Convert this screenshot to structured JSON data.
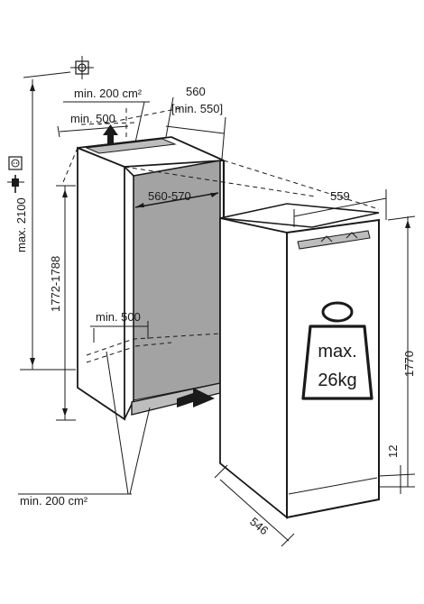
{
  "dimensions": {
    "max_height": "max. 2100",
    "niche_width_top": "560",
    "niche_width_min": "[min. 550]",
    "niche_inner_width": "560-570",
    "niche_height": "1772-1788",
    "appliance_width": "559",
    "appliance_height": "1770",
    "appliance_depth": "546",
    "gap_bottom": "12"
  },
  "ventilation": {
    "top_area": "min. 200 cm²",
    "top_depth": "min. 500",
    "bottom_depth": "min. 500",
    "bottom_area": "min. 200 cm²"
  },
  "weight_label": {
    "line1": "max.",
    "line2": "26kg"
  },
  "icons": [
    "power-socket-icon",
    "plug-icon",
    "water-connection-icon",
    "weight-icon"
  ],
  "colors": {
    "line": "#1a1a1a",
    "niche_interior": "#a3a3a3",
    "base_panel": "#bdbdbd"
  }
}
